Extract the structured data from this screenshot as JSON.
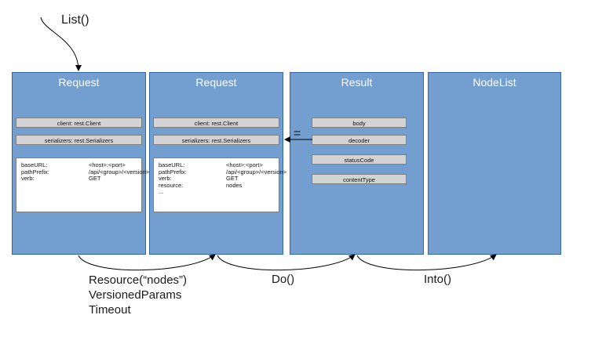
{
  "call": "List()",
  "panels": [
    {
      "title": "Request",
      "fields": [
        "client: rest.Client",
        "serializers: rest.Serializers"
      ],
      "props": [
        [
          "baseURL:",
          "<host>:<port>"
        ],
        [
          "pathPrefix:",
          "/api/<group>/<version>"
        ],
        [
          "verb:",
          "GET"
        ]
      ]
    },
    {
      "title": "Request",
      "fields": [
        "client: rest.Client",
        "serializers: rest.Serializers"
      ],
      "props": [
        [
          "baseURL:",
          "<host>:<port>"
        ],
        [
          "pathPrefix:",
          "/api/<group>/<version>"
        ],
        [
          "verb:",
          "GET"
        ],
        [
          "resource:",
          "nodes"
        ],
        [
          "...",
          ""
        ]
      ]
    },
    {
      "title": "Result",
      "fields": [
        "body",
        "decoder",
        "statusCode",
        "contentType"
      ]
    },
    {
      "title": "NodeList"
    }
  ],
  "equals_sign": "=",
  "transitions": [
    {
      "lines": [
        "Resource(“nodes”)",
        "VersionedParams",
        "Timeout"
      ]
    },
    {
      "lines": [
        "Do()"
      ]
    },
    {
      "lines": [
        "Into()"
      ]
    }
  ]
}
